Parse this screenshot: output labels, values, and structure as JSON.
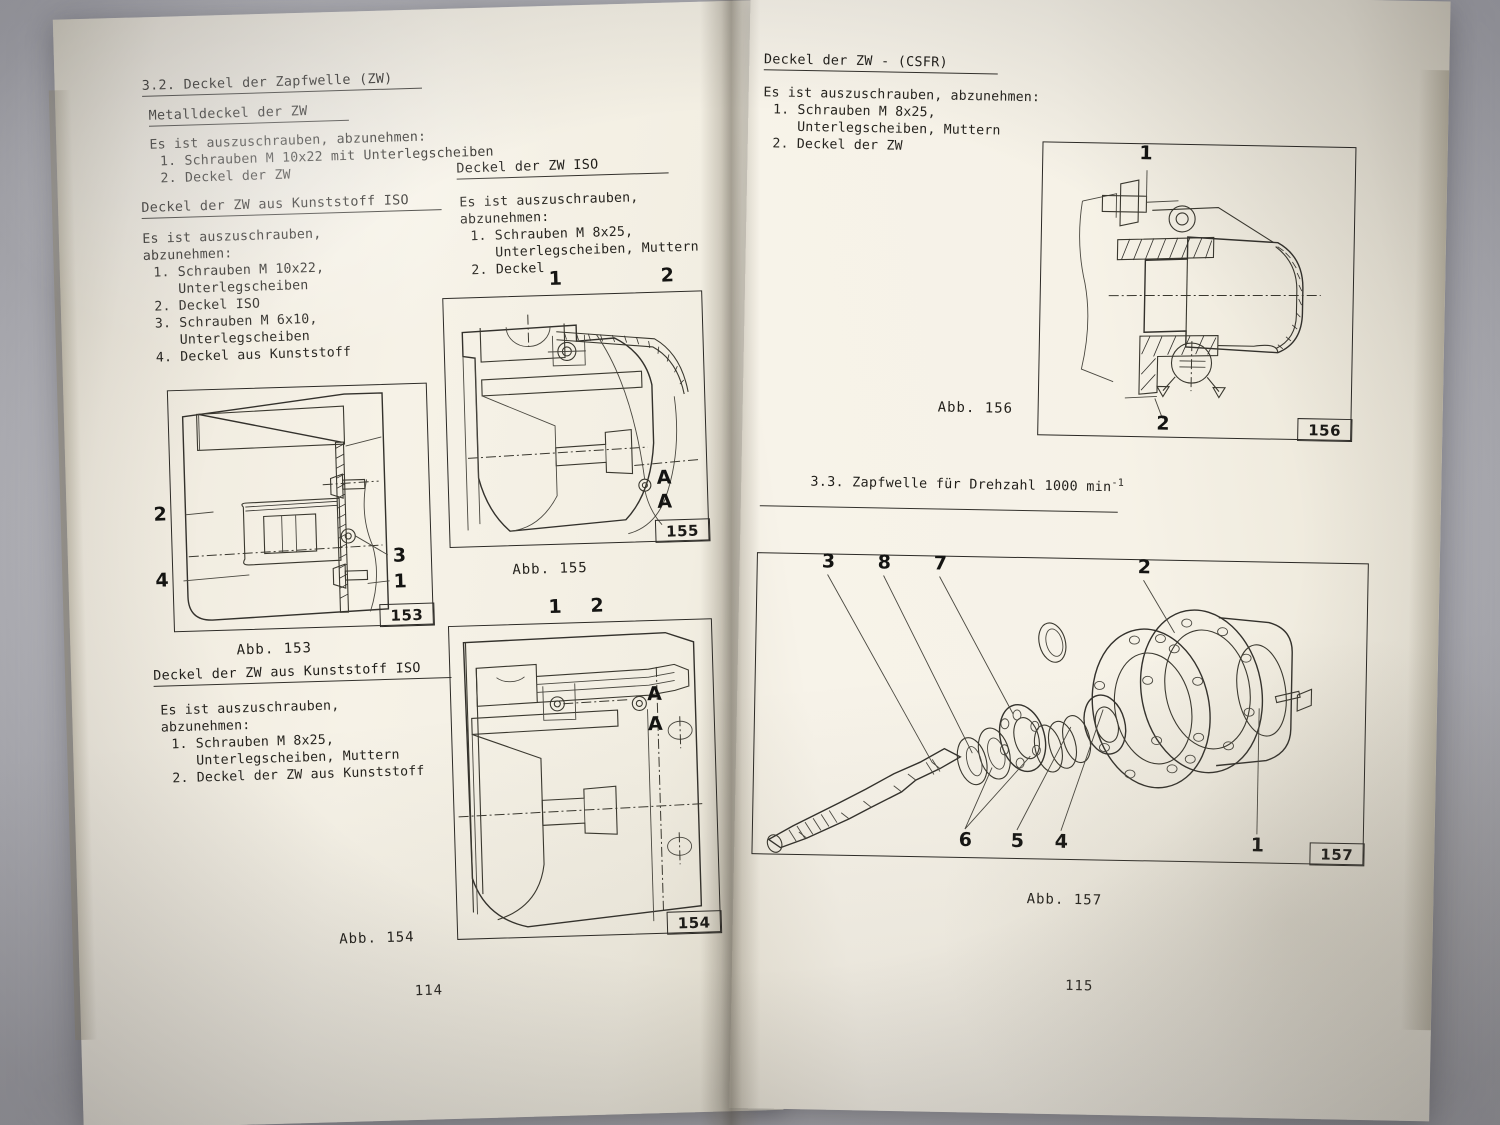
{
  "document": {
    "type": "printed-service-manual-spread",
    "language": "de",
    "left_page": {
      "page_number": "114",
      "section_heading": "3.2. Deckel der Zapfwelle (ZW)",
      "blocks": [
        {
          "id": "metalldeckel",
          "heading": "Metalldeckel der ZW",
          "intro": "Es ist auszuschrauben, abzunehmen:",
          "items": [
            "1. Schrauben M 10x22 mit Unterlegscheiben",
            "2. Deckel der ZW"
          ]
        },
        {
          "id": "kunststoff-iso",
          "heading": "Deckel der ZW aus Kunststoff ISO",
          "intro_line1": "Es ist auszuschrauben,",
          "intro_line2": "abzunehmen:",
          "items": [
            "1. Schrauben M 10x22,",
            "   Unterlegscheiben",
            "2. Deckel ISO",
            "3. Schrauben M 6x10,",
            "   Unterlegscheiben",
            "4. Deckel aus Kunststoff"
          ]
        },
        {
          "id": "deckel-zw-iso",
          "heading": "Deckel der ZW ISO",
          "intro_line1": "Es ist auszuschrauben,",
          "intro_line2": "abzunehmen:",
          "items": [
            "1. Schrauben M 8x25,",
            "   Unterlegscheiben, Muttern",
            "2. Deckel"
          ]
        },
        {
          "id": "deckel-kunststoff-iso-2",
          "heading": "Deckel der ZW aus Kunststoff ISO",
          "intro_line1": "Es ist auszuschrauben,",
          "intro_line2": "abzunehmen:",
          "items": [
            "1. Schrauben M 8x25,",
            "   Unterlegscheiben, Muttern",
            "2. Deckel der ZW aus Kunststoff"
          ]
        }
      ],
      "figures": [
        {
          "id": "153",
          "badge": "153",
          "caption": "Abb. 153",
          "callouts": [
            "2",
            "4",
            "3",
            "1"
          ]
        },
        {
          "id": "155",
          "badge": "155",
          "caption": "Abb. 155",
          "callouts": [
            "1",
            "2"
          ],
          "section_marks": [
            "A",
            "A"
          ]
        },
        {
          "id": "154",
          "badge": "154",
          "caption": "Abb. 154",
          "callouts": [
            "1",
            "2"
          ],
          "section_marks": [
            "A",
            "A"
          ]
        }
      ]
    },
    "right_page": {
      "page_number": "115",
      "blocks": [
        {
          "id": "deckel-zw-csfr",
          "heading": "Deckel der ZW - (CSFR)",
          "intro": "Es ist auszuschrauben, abzunehmen:",
          "items": [
            "1. Schrauben M 8x25,",
            "   Unterlegscheiben, Muttern",
            "2. Deckel der ZW"
          ]
        }
      ],
      "section_heading": "3.3. Zapfwelle für Drehzahl 1000 min-1",
      "section_heading_base": "3.3. Zapfwelle für Drehzahl 1000 min",
      "section_heading_sup": "-1",
      "figures": [
        {
          "id": "156",
          "badge": "156",
          "caption": "Abb. 156",
          "callouts": [
            "1",
            "2"
          ]
        },
        {
          "id": "157",
          "badge": "157",
          "caption": "Abb. 157",
          "callouts_top": [
            "3",
            "8",
            "7",
            "2"
          ],
          "callouts_bottom": [
            "6",
            "5",
            "4",
            "1"
          ]
        }
      ]
    }
  },
  "colors": {
    "paper": "#f6f2e7",
    "paper_shadow": "#ded9cb",
    "ink": "#26241f",
    "backdrop": "#c2c2c7"
  }
}
